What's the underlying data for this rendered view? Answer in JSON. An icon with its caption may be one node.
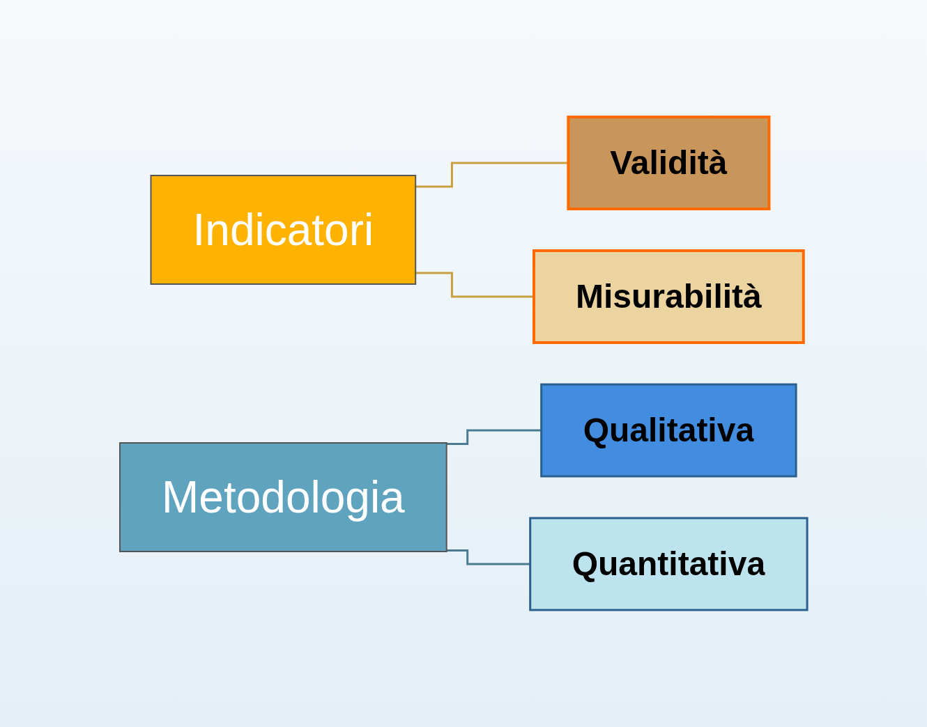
{
  "diagram": {
    "nodes": [
      {
        "text": [
          "Indicatori"
        ]
      },
      {
        "text": [
          "Validità"
        ]
      },
      {
        "text": [
          "Misurabilità"
        ]
      },
      {
        "text": [
          "Metodologia"
        ]
      },
      {
        "text": [
          "Qualitativa"
        ]
      },
      {
        "text": [
          "Quantitativa"
        ]
      }
    ],
    "edges": [
      {
        "from": 0,
        "to": 1,
        "arrow": "none",
        "color": "#c8a040"
      },
      {
        "from": 0,
        "to": 2,
        "arrow": "none",
        "color": "#c8a040"
      },
      {
        "from": 3,
        "to": 4,
        "arrow": "none",
        "color": "#4a7a90"
      },
      {
        "from": 3,
        "to": 5,
        "arrow": "none",
        "color": "#4a7a90"
      }
    ]
  }
}
